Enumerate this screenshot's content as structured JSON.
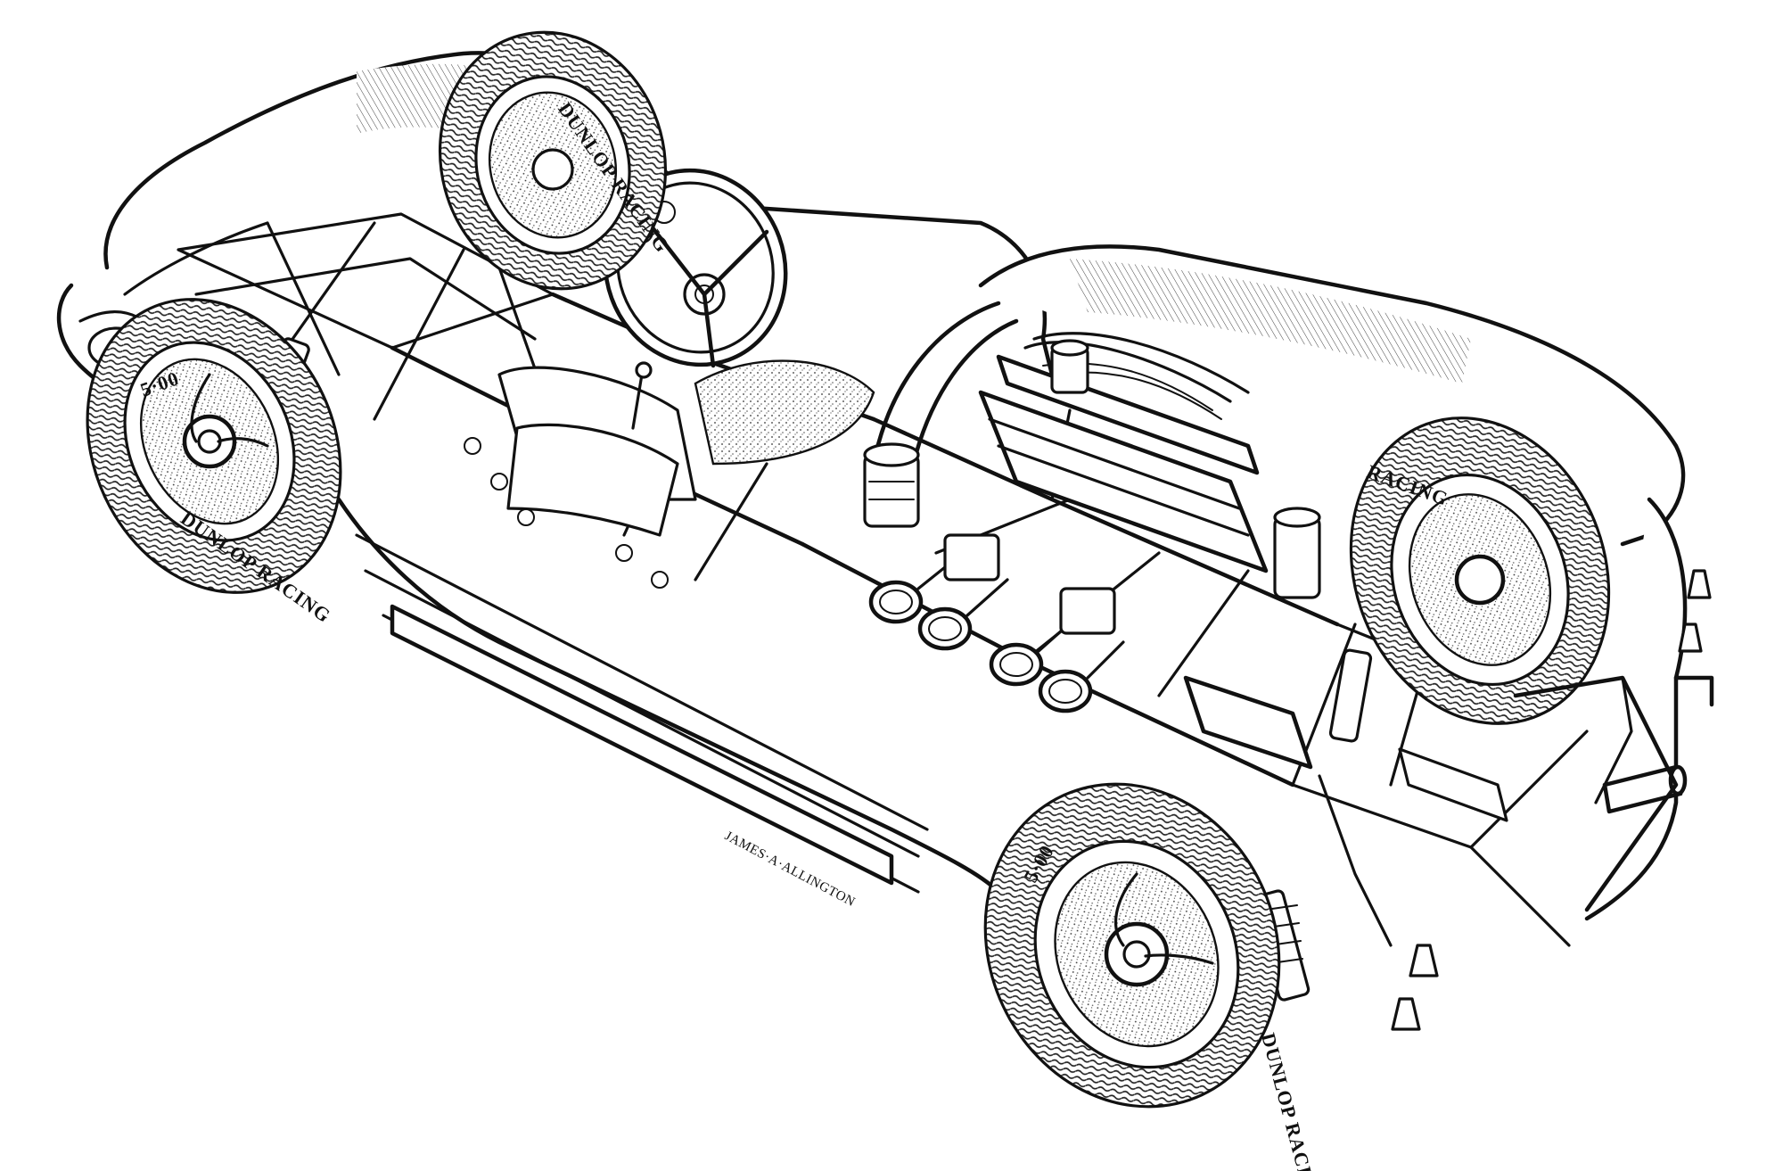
{
  "illustration": {
    "signature": "JAMES·A·ALLINGTON",
    "tyre_labels": {
      "rear_left_brand": "DUNLOP RACING",
      "front_left_brand": "DUNLOP RACING",
      "front_left_size": "5·00",
      "rear_right_brand": "RACING",
      "front_right_brand": "DUNLOP RACING",
      "front_right_size": "5·00"
    },
    "colors": {
      "ink": "#111111",
      "paper": "#ffffff"
    }
  }
}
